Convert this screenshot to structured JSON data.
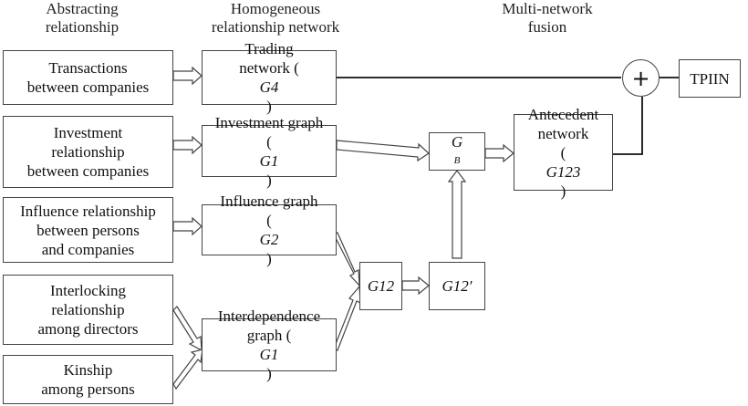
{
  "headers": {
    "col1": [
      "Abstracting",
      "relationship"
    ],
    "col2": [
      "Homogeneous",
      "relationship network"
    ],
    "col3": [
      "Multi-network",
      "fusion"
    ]
  },
  "sources": {
    "transactions": [
      "Transactions",
      "between companies"
    ],
    "investment": [
      "Investment",
      "relationship",
      "between companies"
    ],
    "influence": [
      "Influence relationship",
      "between persons",
      "and companies"
    ],
    "interlocking": [
      "Interlocking",
      "relationship",
      "among directors"
    ],
    "kinship": [
      "Kinship",
      "among persons"
    ]
  },
  "networks": {
    "trading": {
      "line1": "Trading",
      "line2_pre": "network (",
      "line2_sym": "G4",
      "line2_post": ")"
    },
    "investment_graph": {
      "line1": "Investment graph",
      "line2_pre": "(",
      "line2_sym": "G1",
      "line2_post": ")"
    },
    "influence_graph": {
      "line1": "Influence graph",
      "line2_pre": "(",
      "line2_sym": "G2",
      "line2_post": ")"
    },
    "interdependence": {
      "line1": "Interdependence",
      "line2_pre": "graph (",
      "line2_sym": "G1",
      "line2_post": ")"
    }
  },
  "fusion": {
    "g12": "G12",
    "g12prime": "G12′",
    "gb_main": "G",
    "gb_sub": "B",
    "antecedent": {
      "line1": "Antecedent",
      "line2": "network",
      "line3_pre": "(",
      "line3_sym": "G123",
      "line3_post": ")"
    },
    "plus": "+",
    "tpiin": "TPIIN"
  }
}
